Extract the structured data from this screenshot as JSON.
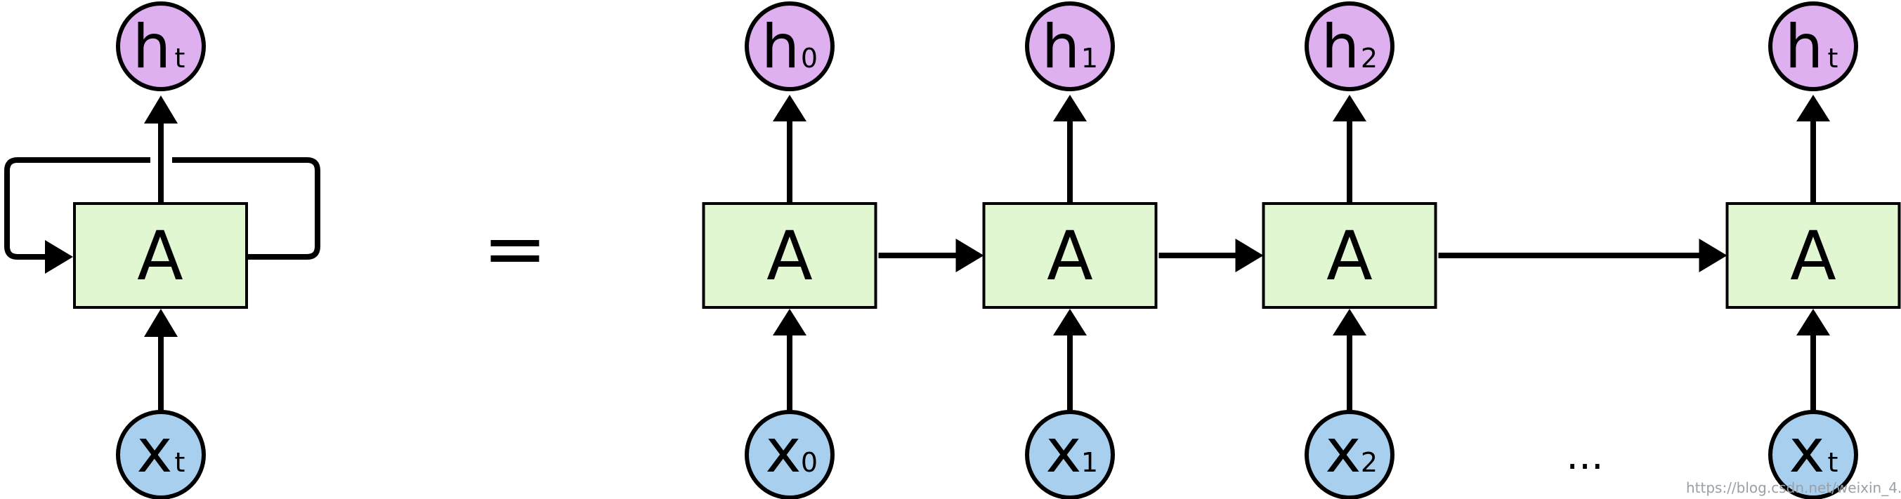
{
  "colors": {
    "box_fill": "#e1f7d2",
    "hidden_fill": "#deb0ef",
    "input_fill": "#a9cfee",
    "stroke": "#000000",
    "watermark": "#9aa0a6"
  },
  "folded": {
    "cell": {
      "label": "A"
    },
    "hidden": {
      "letter": "h",
      "sub": "t"
    },
    "input": {
      "letter": "x",
      "sub": "t"
    }
  },
  "equals_sign": "=",
  "ellipsis": "...",
  "unrolled": [
    {
      "cell": "A",
      "hidden": {
        "letter": "h",
        "sub": "0"
      },
      "input": {
        "letter": "x",
        "sub": "0"
      }
    },
    {
      "cell": "A",
      "hidden": {
        "letter": "h",
        "sub": "1"
      },
      "input": {
        "letter": "x",
        "sub": "1"
      }
    },
    {
      "cell": "A",
      "hidden": {
        "letter": "h",
        "sub": "2"
      },
      "input": {
        "letter": "x",
        "sub": "2"
      }
    },
    {
      "cell": "A",
      "hidden": {
        "letter": "h",
        "sub": "t"
      },
      "input": {
        "letter": "x",
        "sub": "t"
      }
    }
  ],
  "watermark": "https://blog.csdn.net/weixin_4..."
}
